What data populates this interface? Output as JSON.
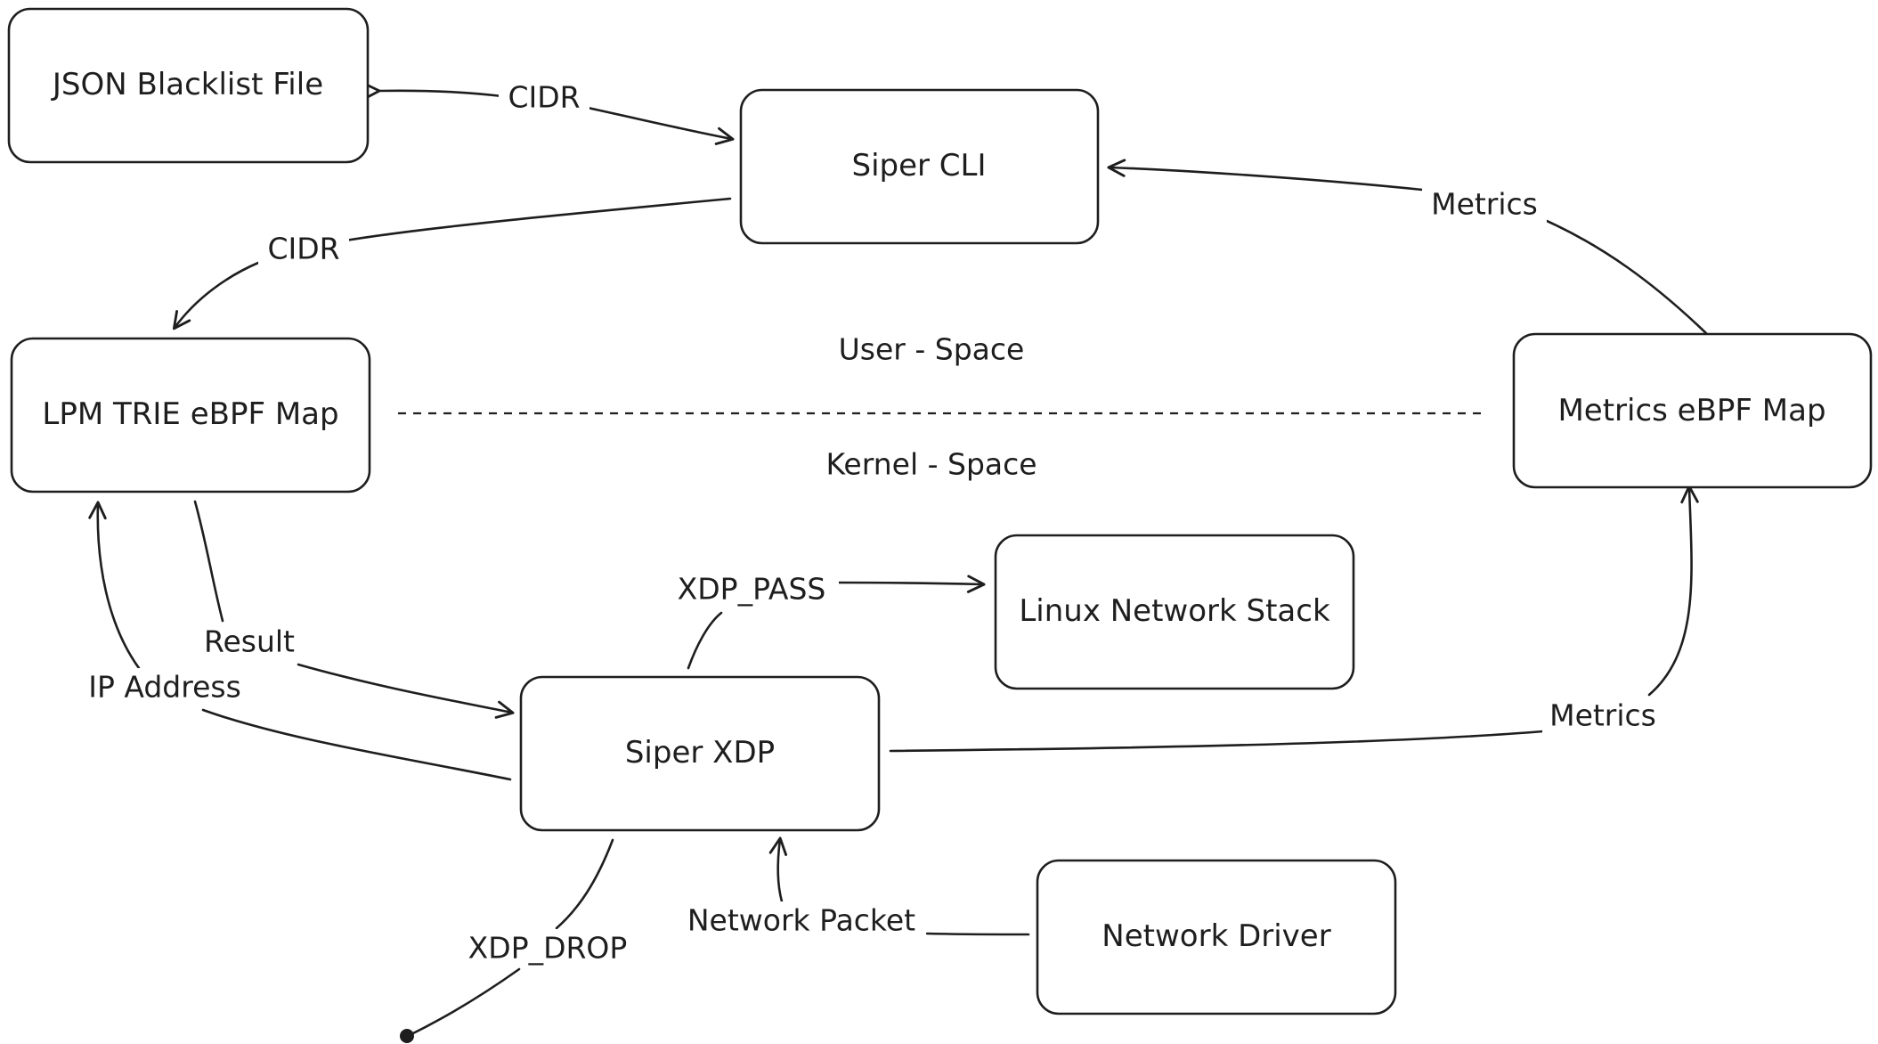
{
  "nodes": {
    "json_blacklist": "JSON Blacklist File",
    "siper_cli": "Siper CLI",
    "lpm_trie_map": "LPM TRIE eBPF Map",
    "metrics_map": "Metrics eBPF Map",
    "linux_network_stack": "Linux Network Stack",
    "siper_xdp": "Siper XDP",
    "network_driver": "Network Driver"
  },
  "regions": {
    "user_space": "User - Space",
    "kernel_space": "Kernel - Space"
  },
  "edges": {
    "cidr_blacklist_cli": "CIDR",
    "cidr_cli_lpm": "CIDR",
    "metrics_map_cli": "Metrics",
    "result": "Result",
    "ip_address": "IP Address",
    "xdp_pass": "XDP_PASS",
    "metrics_xdp_map": "Metrics",
    "xdp_drop": "XDP_DROP",
    "network_packet": "Network Packet"
  },
  "colors": {
    "stroke": "#1e1e1e",
    "background": "#ffffff"
  }
}
